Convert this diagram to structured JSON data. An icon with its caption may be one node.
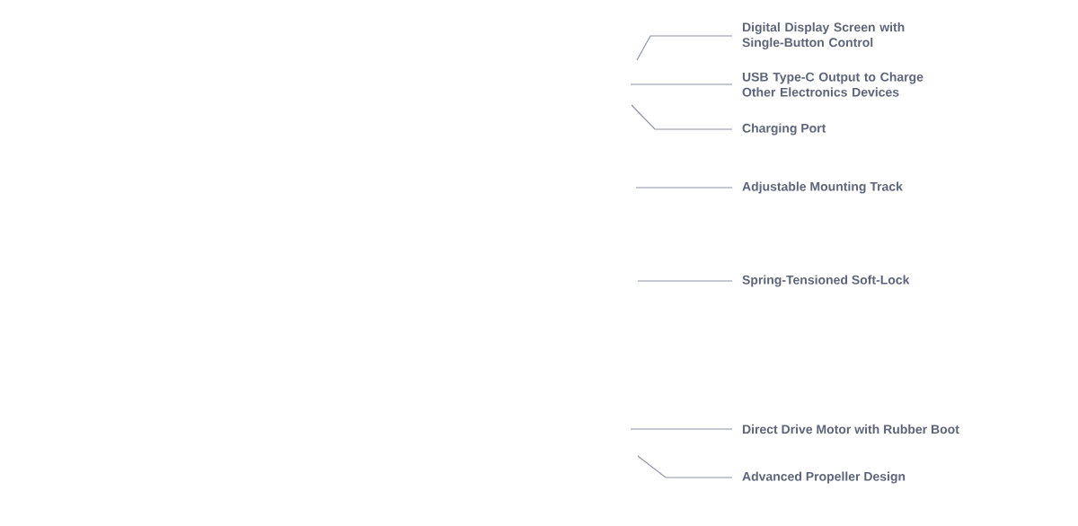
{
  "diagram": {
    "nodes": [
      {
        "text": [
          "Digital Display Screen with Single-Button Control"
        ]
      },
      {
        "text": [
          "USB Type-C Output to Charge Other Electronics Devices"
        ]
      },
      {
        "text": [
          "Charging Port"
        ]
      },
      {
        "text": [
          "Adjustable Mounting Track"
        ]
      },
      {
        "text": [
          "Spring-Tensioned Soft-Lock"
        ]
      },
      {
        "text": [
          "Direct Drive Motor with Rubber Boot"
        ]
      },
      {
        "text": [
          "Advanced Propeller Design"
        ]
      }
    ],
    "edges": [
      {
        "from": 0,
        "to": null,
        "arrow": "none"
      },
      {
        "from": 1,
        "to": null,
        "arrow": "none"
      },
      {
        "from": 2,
        "to": null,
        "arrow": "none"
      },
      {
        "from": 3,
        "to": null,
        "arrow": "none"
      },
      {
        "from": 4,
        "to": null,
        "arrow": "none"
      },
      {
        "from": 5,
        "to": null,
        "arrow": "none"
      },
      {
        "from": 6,
        "to": null,
        "arrow": "none"
      }
    ]
  }
}
